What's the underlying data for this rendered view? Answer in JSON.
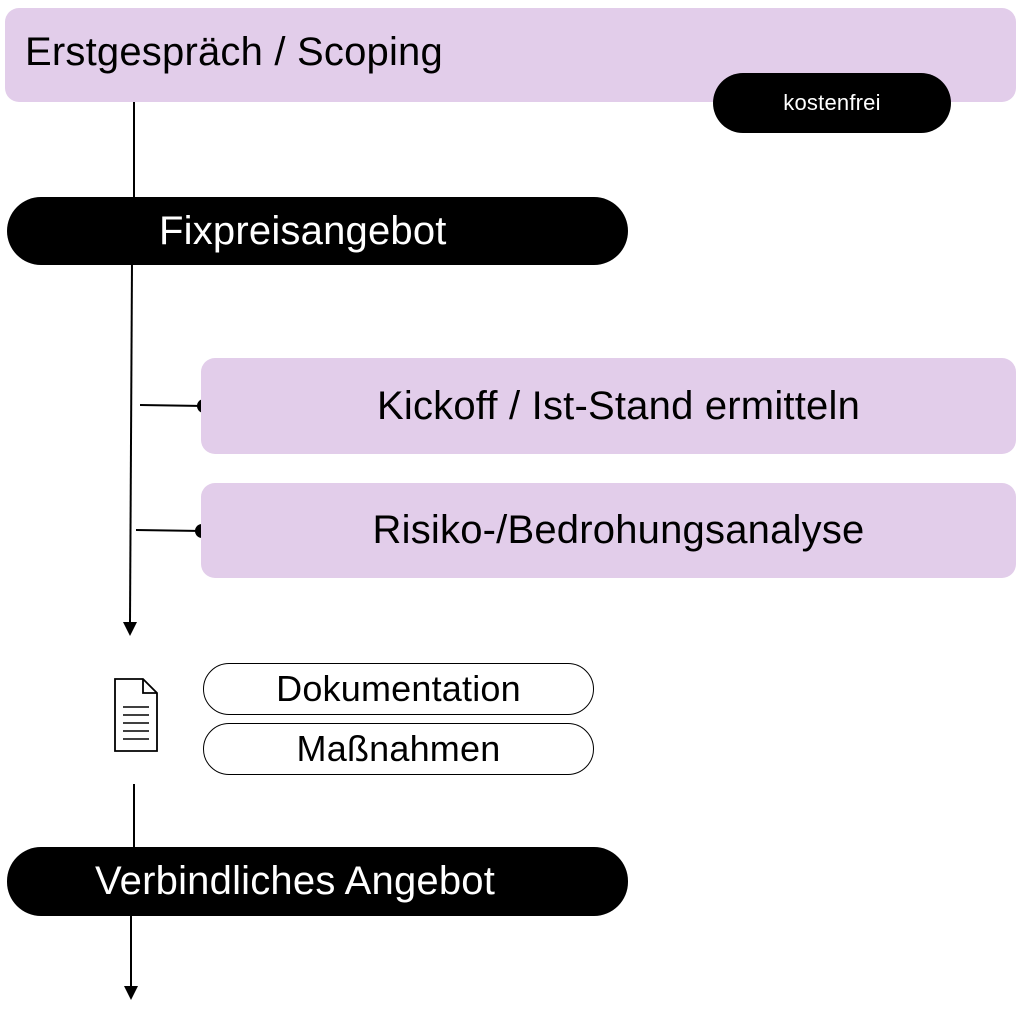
{
  "steps": {
    "scoping": {
      "label": "Erstgespräch / Scoping",
      "badge": "kostenfrei"
    },
    "fixed_offer": {
      "label": "Fixpreisangebot"
    },
    "kickoff": {
      "label": "Kickoff / Ist-Stand ermitteln"
    },
    "risk_analysis": {
      "label": "Risiko-/Bedrohungsanalyse"
    },
    "deliverables": {
      "icon": "document-icon",
      "items": [
        "Dokumentation",
        "Maßnahmen"
      ]
    },
    "binding_offer": {
      "label": "Verbindliches Angebot"
    }
  },
  "colors": {
    "lilac": "#e2cdea",
    "black": "#000000",
    "white": "#ffffff"
  }
}
